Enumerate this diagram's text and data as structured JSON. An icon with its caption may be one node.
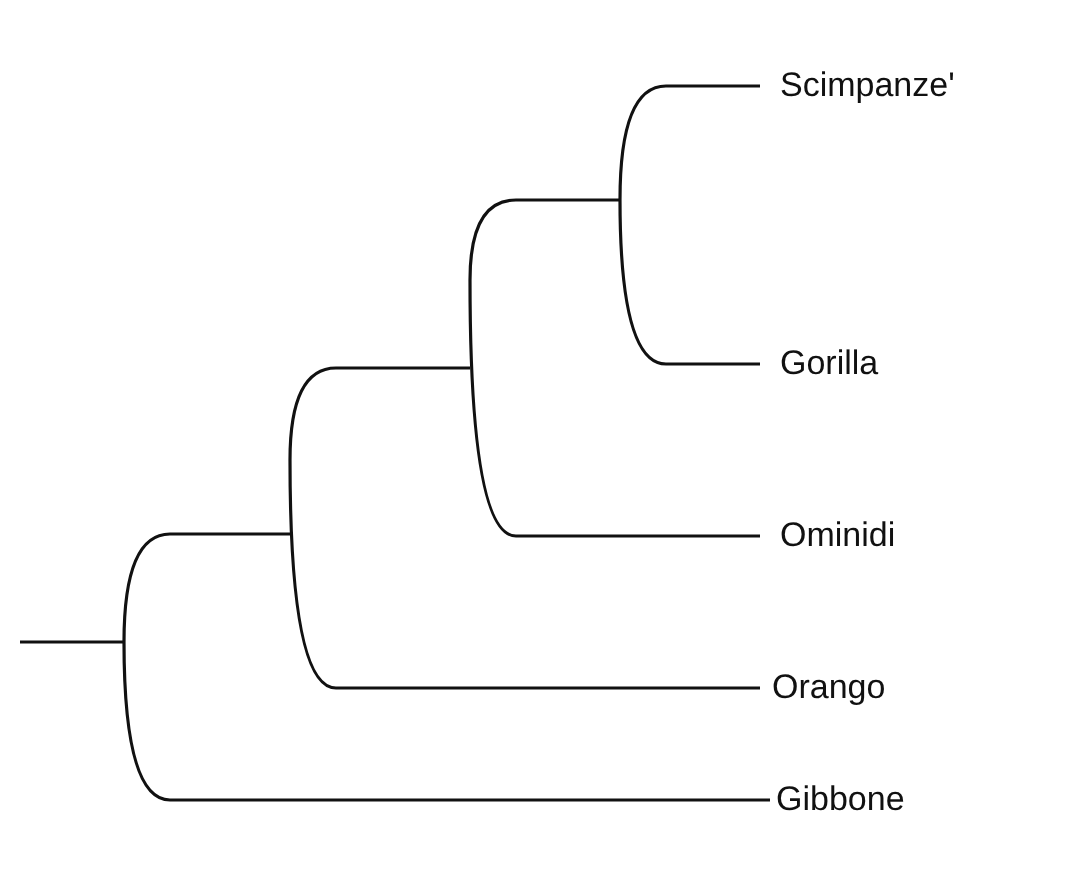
{
  "diagram": {
    "labels": [
      "Scimpanze'",
      "Gorilla",
      "Ominidi",
      "Orango",
      "Gibbone"
    ]
  }
}
